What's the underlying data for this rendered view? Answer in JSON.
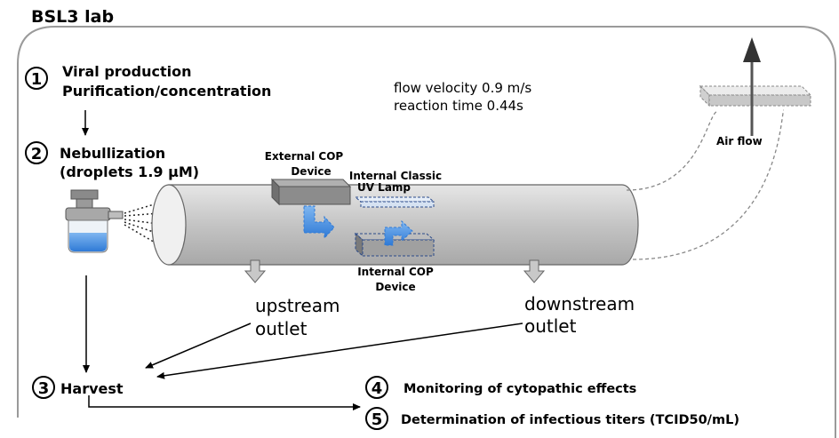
{
  "title": "BSL3 lab",
  "steps": {
    "s1": {
      "num": "1",
      "line1": "Viral production",
      "line2": "Purification/concentration"
    },
    "s2": {
      "num": "2",
      "line1": "Nebullization",
      "line2": "(droplets 1.9 μM)"
    },
    "s3": {
      "num": "3",
      "label": "Harvest"
    },
    "s4": {
      "num": "4",
      "label": "Monitoring of cytopathic effects"
    },
    "s5": {
      "num": "5",
      "label": "Determination of infectious titers (TCID50/mL)"
    }
  },
  "flow": {
    "line1": "flow velocity 0.9 m/s",
    "line2": "reaction time 0.44s"
  },
  "devices": {
    "external_cop": {
      "line1": "External COP",
      "line2": "Device"
    },
    "internal_uv": {
      "line1": "Internal Classic",
      "line2": "UV Lamp"
    },
    "internal_cop": {
      "line1": "Internal COP",
      "line2": "Device"
    }
  },
  "outlets": {
    "upstream": {
      "line1": "upstream",
      "line2": "outlet"
    },
    "downstream": {
      "line1": "downstream",
      "line2": "outlet"
    }
  },
  "air_flow": "Air flow",
  "colors": {
    "tube": "#c8c8c8",
    "device": "#8c8c8c",
    "uv_blue": "#4a90e2",
    "liquid": "#4a8ee0"
  }
}
